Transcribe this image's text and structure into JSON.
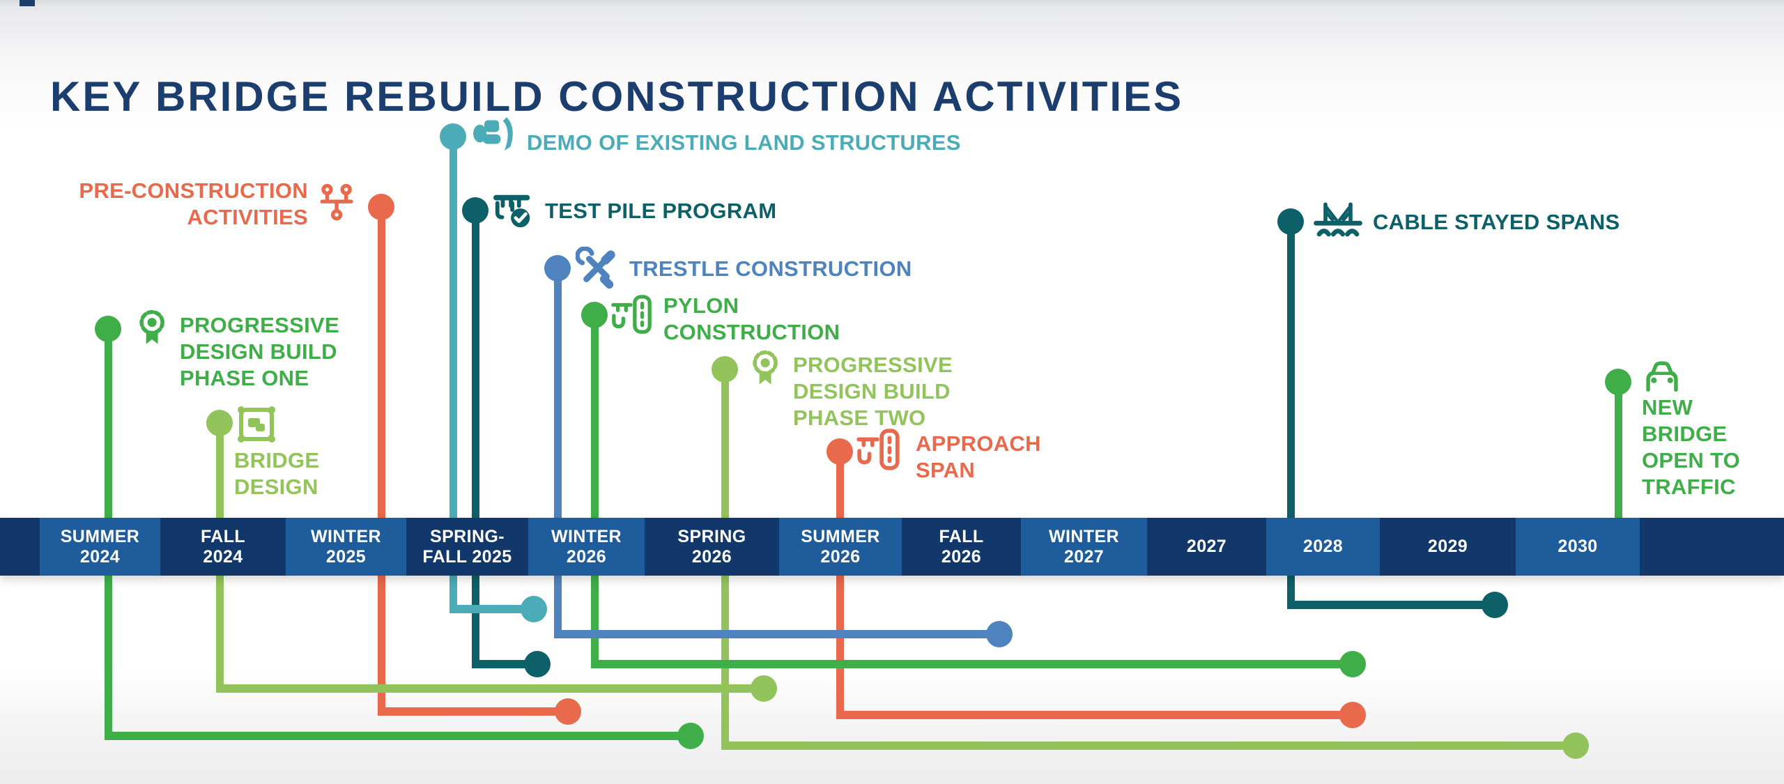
{
  "title": "KEY BRIDGE REBUILD CONSTRUCTION ACTIVITIES",
  "colors": {
    "title_navy": "#1b3e6f",
    "bar_dark": "#12386b",
    "bar_light": "#1e5c9b",
    "orange": "#e8694b",
    "teal": "#4bacb8",
    "dark_teal": "#0d5f68",
    "blue": "#4e83bf",
    "green": "#3fae49",
    "light_green": "#93c35b",
    "background": "#ffffff"
  },
  "timeline": {
    "segments": [
      {
        "lines": []
      },
      {
        "lines": [
          "SUMMER",
          "2024"
        ]
      },
      {
        "lines": [
          "FALL",
          "2024"
        ]
      },
      {
        "lines": [
          "WINTER",
          "2025"
        ]
      },
      {
        "lines": [
          "SPRING-",
          "FALL 2025"
        ]
      },
      {
        "lines": [
          "WINTER",
          "2026"
        ]
      },
      {
        "lines": [
          "SPRING",
          "2026"
        ]
      },
      {
        "lines": [
          "SUMMER",
          "2026"
        ]
      },
      {
        "lines": [
          "FALL",
          "2026"
        ]
      },
      {
        "lines": [
          "WINTER",
          "2027"
        ]
      },
      {
        "lines": [
          "2027"
        ]
      },
      {
        "lines": [
          "2028"
        ]
      },
      {
        "lines": [
          "2029"
        ]
      },
      {
        "lines": [
          "2030"
        ]
      },
      {
        "lines": []
      }
    ]
  },
  "activities": [
    {
      "name": "pre-construction",
      "color": "#e8694b",
      "icon": "workflow-icon",
      "lines": [
        "PRE-CONSTRUCTION",
        "ACTIVITIES"
      ]
    },
    {
      "name": "demo",
      "color": "#4bacb8",
      "icon": "bulldozer-icon",
      "lines": [
        "DEMO OF EXISTING LAND STRUCTURES"
      ]
    },
    {
      "name": "test-pile",
      "color": "#0d5f68",
      "icon": "pier-check-icon",
      "lines": [
        "TEST PILE PROGRAM"
      ]
    },
    {
      "name": "trestle",
      "color": "#4e83bf",
      "icon": "tools-icon",
      "lines": [
        "TRESTLE CONSTRUCTION"
      ]
    },
    {
      "name": "pylon",
      "color": "#3fae49",
      "icon": "pylon-road-icon",
      "lines": [
        "PYLON",
        "CONSTRUCTION"
      ]
    },
    {
      "name": "progressive-design-build-phase-one",
      "color": "#3fae49",
      "icon": "award-icon",
      "lines": [
        "PROGRESSIVE",
        "DESIGN BUILD",
        "PHASE ONE"
      ]
    },
    {
      "name": "bridge-design",
      "color": "#93c35b",
      "icon": "blueprint-icon",
      "lines": [
        "BRIDGE",
        "DESIGN"
      ]
    },
    {
      "name": "progressive-design-build-phase-two",
      "color": "#93c35b",
      "icon": "award-icon",
      "lines": [
        "PROGRESSIVE",
        "DESIGN BUILD",
        "PHASE TWO"
      ]
    },
    {
      "name": "approach-span",
      "color": "#e8694b",
      "icon": "pylon-road-icon",
      "lines": [
        "APPROACH",
        "SPAN"
      ]
    },
    {
      "name": "cable-stayed-spans",
      "color": "#0d5f68",
      "icon": "bridge-icon",
      "lines": [
        "CABLE STAYED SPANS"
      ]
    },
    {
      "name": "new-bridge-open",
      "color": "#3fae49",
      "icon": "car-icon",
      "lines": [
        "NEW",
        "BRIDGE",
        "OPEN TO",
        "TRAFFIC"
      ]
    }
  ]
}
